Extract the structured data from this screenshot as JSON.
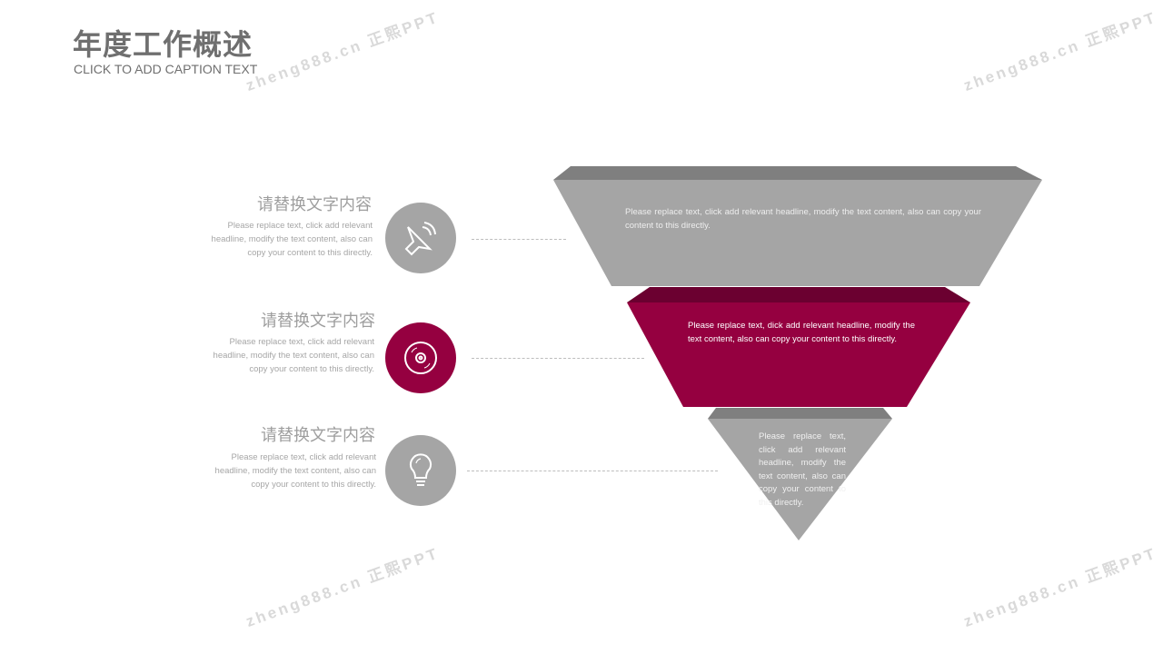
{
  "header": {
    "title": "年度工作概述",
    "caption": "CLICK TO ADD CAPTION TEXT"
  },
  "watermark": "zheng888.cn 正熙PPT",
  "items": [
    {
      "heading": "请替换文字内容",
      "text": "Please replace text, click add relevant headline, modify the text content, also can copy your content to this directly.",
      "icon": "speaker-icon"
    },
    {
      "heading": "请替换文字内容",
      "text": "Please replace text, click add relevant headline, modify the text content, also can copy your content to this directly.",
      "icon": "disc-icon"
    },
    {
      "heading": "请替换文字内容",
      "text": "Please replace text, click add relevant headline, modify the text content, also can copy your content to this directly.",
      "icon": "lightbulb-icon"
    }
  ],
  "funnel": [
    {
      "text": "Please replace text, click add relevant headline, modify the text content, also can copy your content to this directly."
    },
    {
      "text": "Please replace text, dick add relevant headline, modify the text content, also can copy your content to this directly."
    },
    {
      "text": "Please replace text, click add relevant headline, modify the text content, also can copy your content to this directly."
    }
  ],
  "colors": {
    "gray": "#a5a5a5",
    "dark_gray": "#7f7f7f",
    "accent": "#950040",
    "accent_dark": "#6b0030"
  }
}
